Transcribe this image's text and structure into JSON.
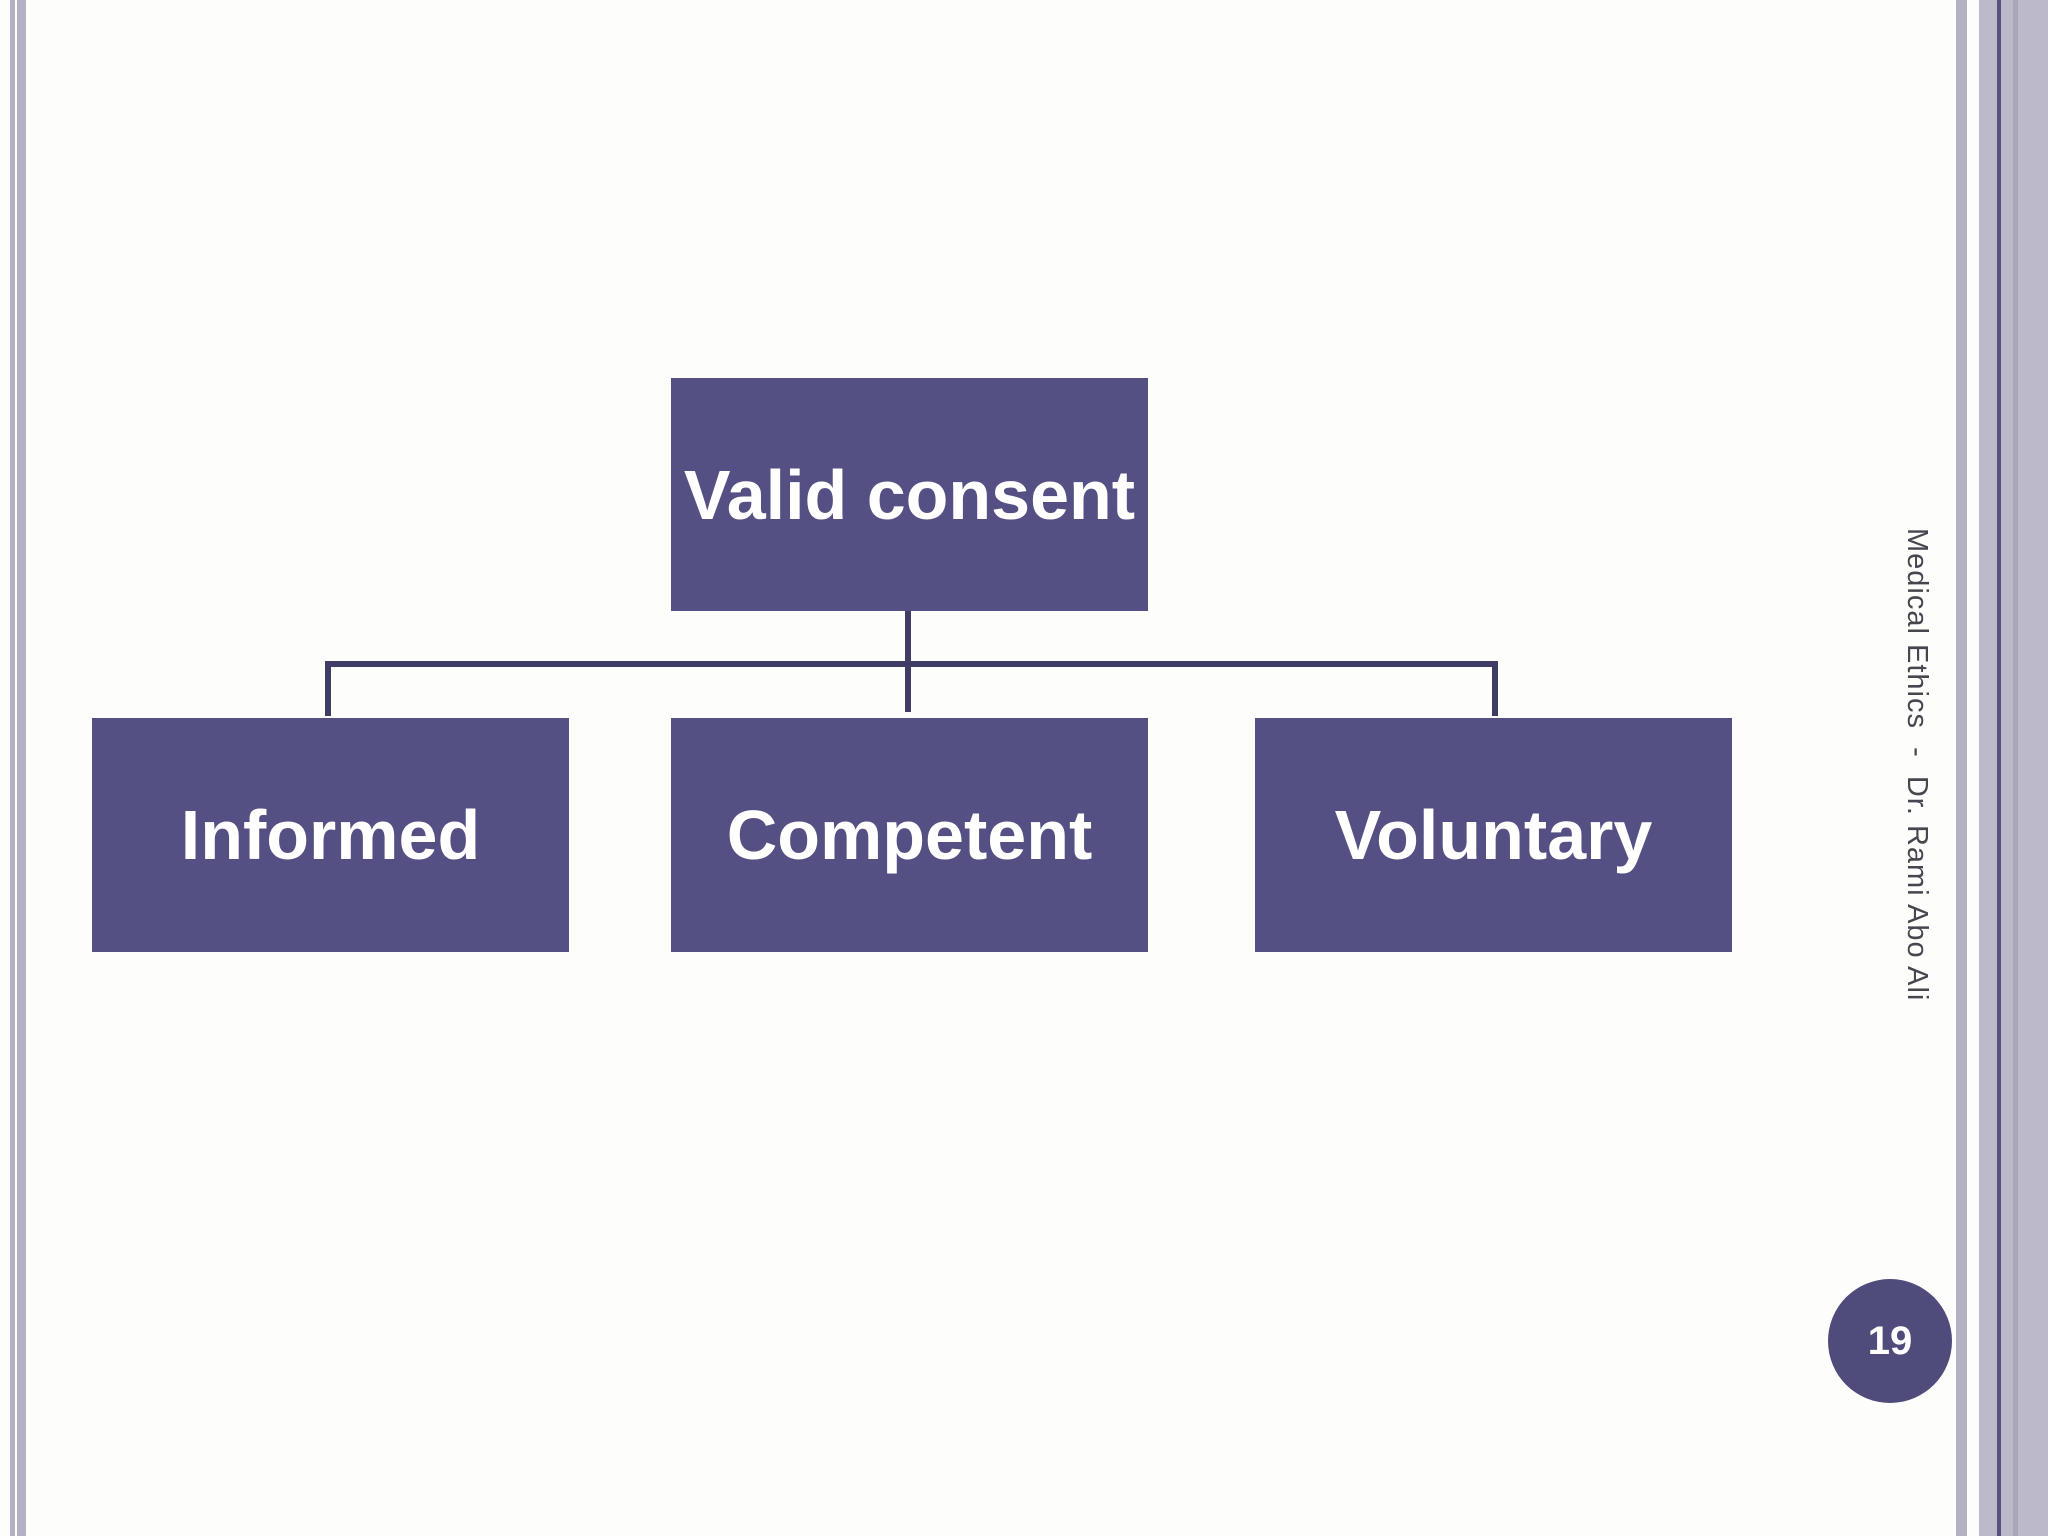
{
  "slide": {
    "sidebar_text": "Medical Ethics  -  Dr. Rami Abo Ali",
    "page_number": "19"
  },
  "diagram": {
    "root_label": "Valid consent",
    "children": [
      {
        "label": "Informed"
      },
      {
        "label": "Competent"
      },
      {
        "label": "Voluntary"
      }
    ]
  },
  "colors": {
    "node_fill": "#545084",
    "node_text": "#ffffff",
    "connector": "#3f3c66",
    "page_circle": "#4f4c7c",
    "border_stripe": "#b4b1c4",
    "border_band": "#bcb9cb",
    "border_band_line": "#55517c",
    "sidebar_text": "#46464f",
    "slide_background": "#fdfdfb"
  }
}
